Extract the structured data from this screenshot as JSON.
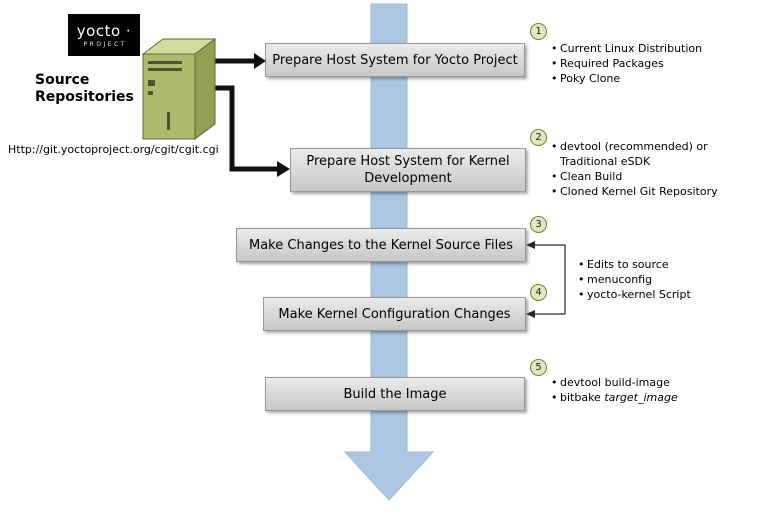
{
  "colors": {
    "arrow_blue": "#abc7e3",
    "arrow_blue_edge": "#9cb8d6",
    "box_fill_top": "#ebebeb",
    "box_fill_bottom": "#c7c7c7",
    "box_border": "#979797",
    "circle_fill": "#e2e7c0",
    "circle_border": "#75803d",
    "server_front": "#aeba6e",
    "server_top": "#d4db9e",
    "server_side": "#939f52",
    "server_outline": "#5f6836",
    "connector_black": "#111111"
  },
  "logo": {
    "brand": "yocto ·",
    "subtitle": "PROJECT"
  },
  "source": {
    "label": "Source\nRepositories",
    "url": "Http://git.yoctoproject.org/cgit/cgit.cgi"
  },
  "steps": [
    {
      "num": "1",
      "title": "Prepare Host System for Yocto Project"
    },
    {
      "num": "2",
      "title": "Prepare Host System for Kernel Development"
    },
    {
      "num": "3",
      "title": "Make Changes to the Kernel Source Files"
    },
    {
      "num": "4",
      "title": "Make Kernel Configuration Changes"
    },
    {
      "num": "5",
      "title": "Build the Image"
    }
  ],
  "bullets": {
    "step1": [
      "Current Linux Distribution",
      "Required Packages",
      "Poky Clone"
    ],
    "step2": [
      "devtool (recommended) or Traditional eSDK",
      "Clean Build",
      "Cloned Kernel Git Repository"
    ],
    "steps3_4": [
      "Edits to source",
      "menuconfig",
      "yocto-kernel Script"
    ],
    "step5_item1": "devtool build-image",
    "step5_item2_prefix": "bitbake ",
    "step5_item2_italic": "target_image"
  }
}
